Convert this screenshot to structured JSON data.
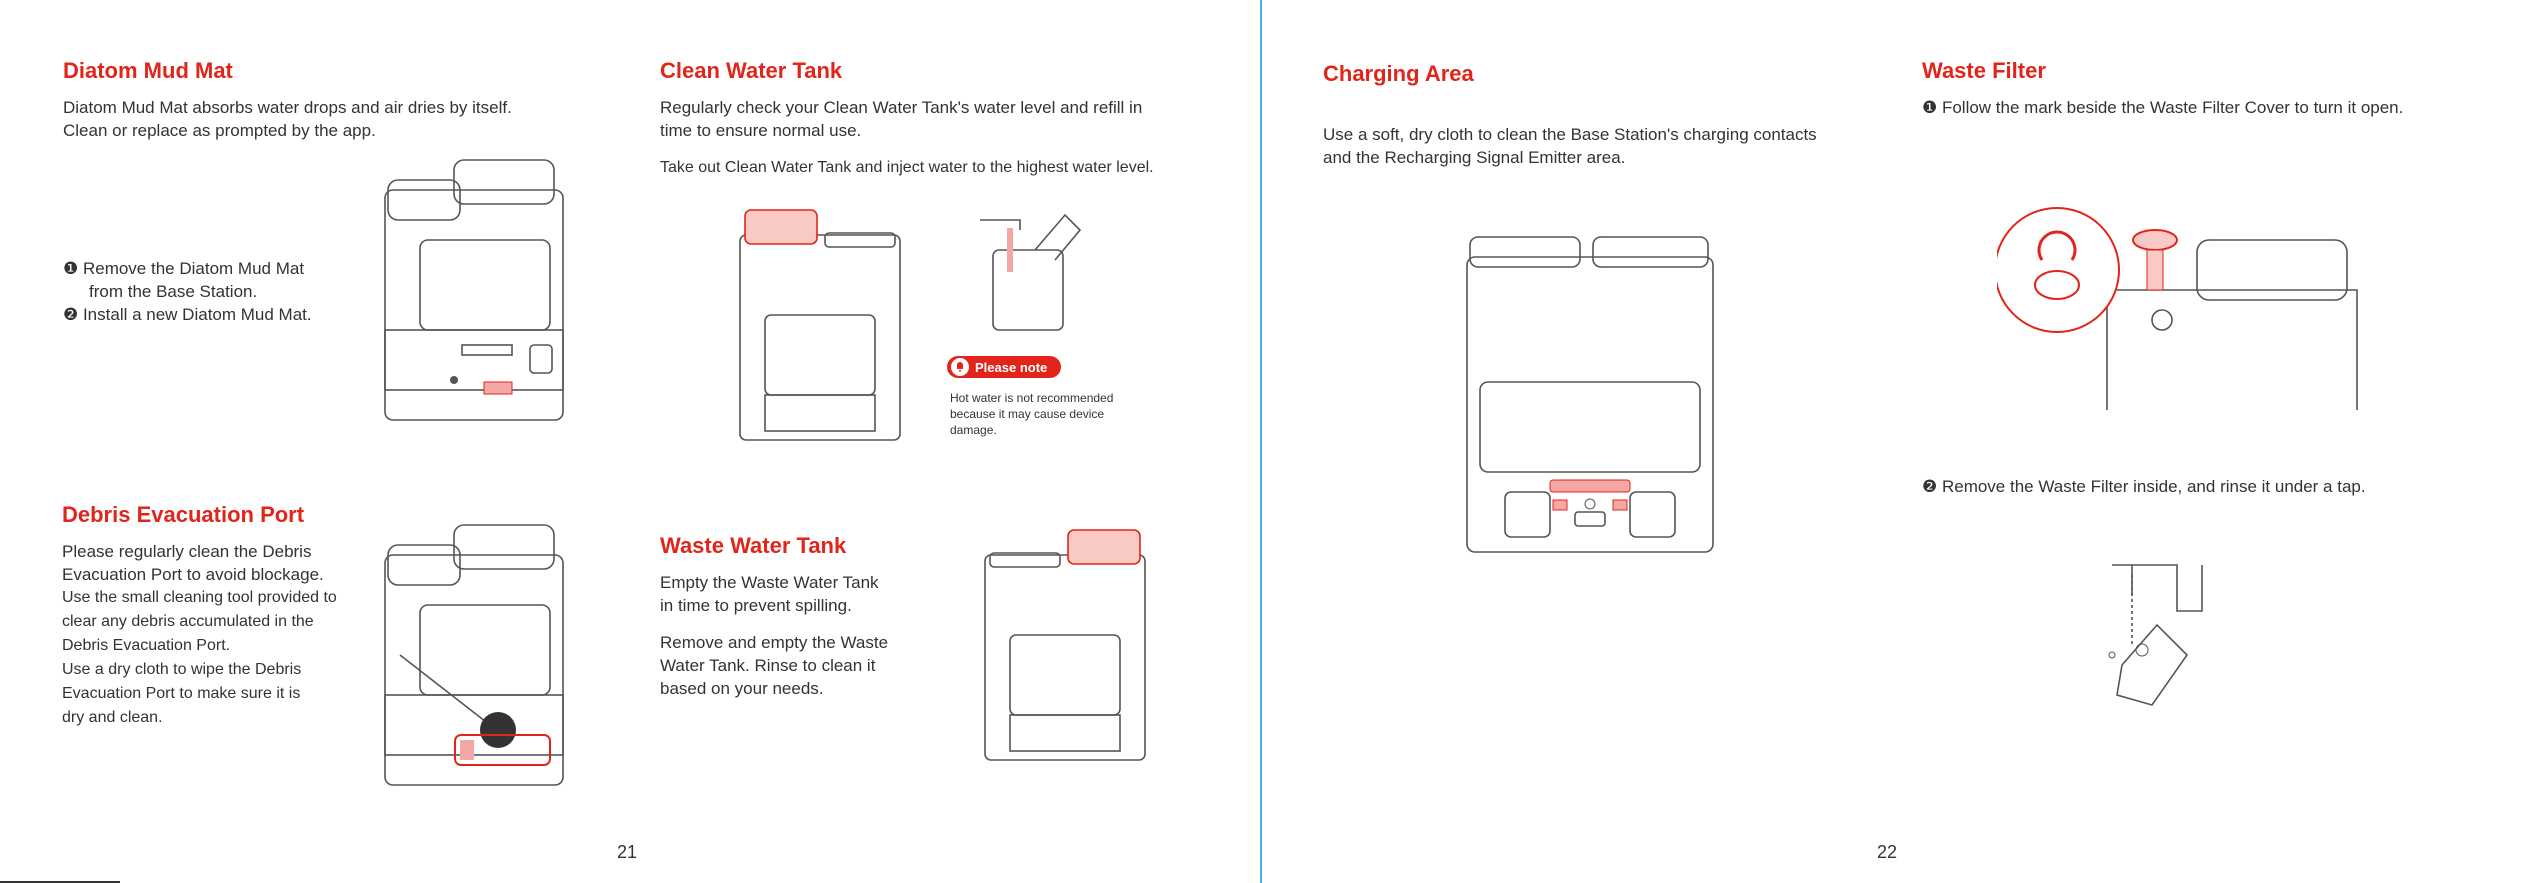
{
  "left_page": {
    "page_number": "21",
    "diatom": {
      "title": "Diatom Mud Mat",
      "intro": [
        "Diatom Mud Mat absorbs water drops and air dries by itself.",
        "Clean or replace as prompted by the app."
      ],
      "steps": [
        "❶ Remove the Diatom Mud Mat",
        "from the Base Station.",
        "❷ Install a new Diatom Mud Mat."
      ]
    },
    "debris": {
      "title": "Debris Evacuation Port",
      "lines": [
        "Please regularly clean the Debris",
        "Evacuation Port to avoid blockage.",
        "Use the small cleaning tool provided to",
        "clear any debris accumulated in the",
        "Debris Evacuation Port.",
        "Use a dry cloth to wipe the Debris",
        "Evacuation Port to make sure it is",
        "dry and clean."
      ]
    },
    "clean_tank": {
      "title": "Clean Water Tank",
      "lines": [
        "Regularly check your Clean Water Tank's water level and refill in",
        "time to ensure normal use."
      ],
      "instruction": "Take out Clean Water Tank and inject water to the highest water level.",
      "note_label": "Please note",
      "note_lines": [
        "Hot water is not recommended",
        "because it may cause device",
        "damage."
      ]
    },
    "waste_tank": {
      "title": "Waste Water Tank",
      "lines1": [
        "Empty the Waste Water Tank",
        "in time to prevent spilling."
      ],
      "lines2": [
        "Remove and empty the Waste",
        "Water Tank. Rinse to clean it",
        "based on your needs."
      ]
    }
  },
  "right_page": {
    "page_number": "22",
    "charging": {
      "title": "Charging Area",
      "lines": [
        "Use a soft, dry cloth to clean the Base Station's charging contacts",
        "and the Recharging Signal Emitter area."
      ]
    },
    "waste_filter": {
      "title": "Waste Filter",
      "step1": "❶ Follow the mark beside the Waste Filter Cover to turn it open.",
      "step2": "❷ Remove the Waste Filter inside, and rinse it under a tap."
    }
  },
  "colors": {
    "heading": "#e1251b",
    "divider": "#4fb3e0",
    "highlight": "#e1251b",
    "line_art": "#555555"
  }
}
